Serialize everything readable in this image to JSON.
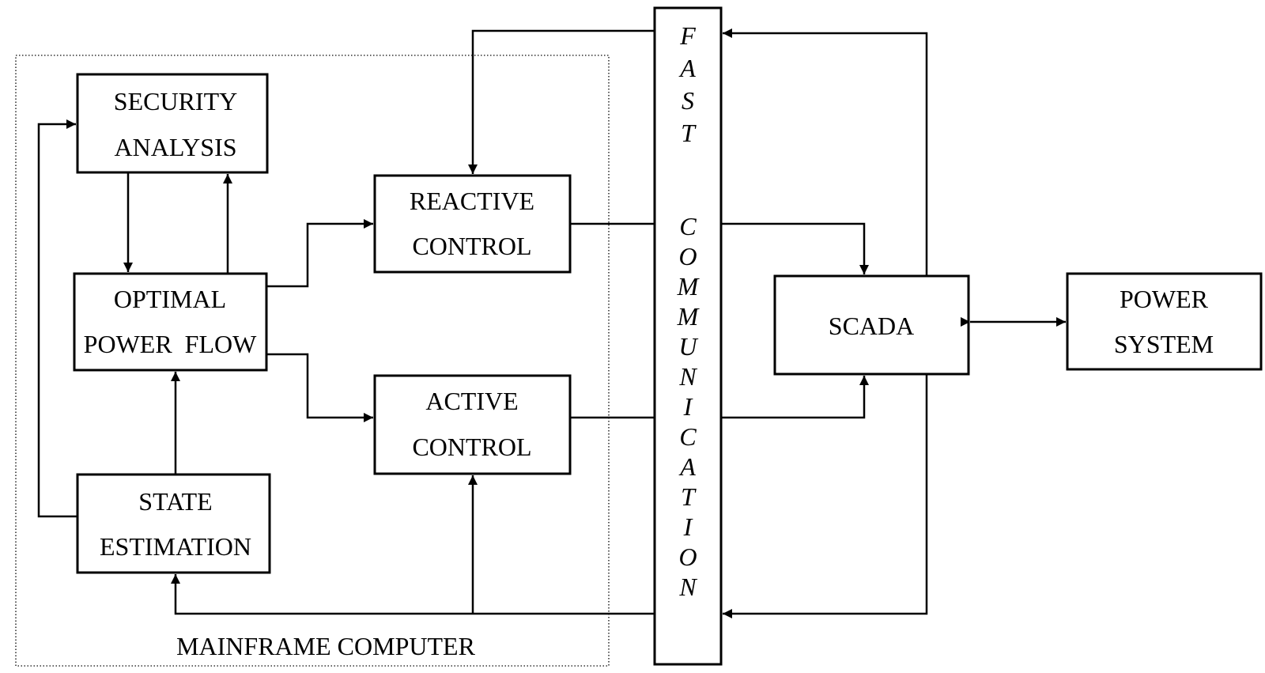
{
  "blocks": {
    "security_analysis": [
      "SECURITY",
      "ANALYSIS"
    ],
    "optimal_power_flow": [
      "OPTIMAL",
      "POWER  FLOW"
    ],
    "state_estimation": [
      "STATE",
      "ESTIMATION"
    ],
    "reactive_control": [
      "REACTIVE",
      "CONTROL"
    ],
    "active_control": [
      "ACTIVE",
      "CONTROL"
    ],
    "scada": [
      "SCADA"
    ],
    "power_system": [
      "POWER",
      "SYSTEM"
    ]
  },
  "mainframe_label": "MAINFRAME COMPUTER",
  "bus_letters_top": [
    "F",
    "A",
    "S",
    "T"
  ],
  "bus_letters_bottom": [
    "C",
    "O",
    "M",
    "M",
    "U",
    "N",
    "I",
    "C",
    "A",
    "T",
    "I",
    "O",
    "N"
  ]
}
